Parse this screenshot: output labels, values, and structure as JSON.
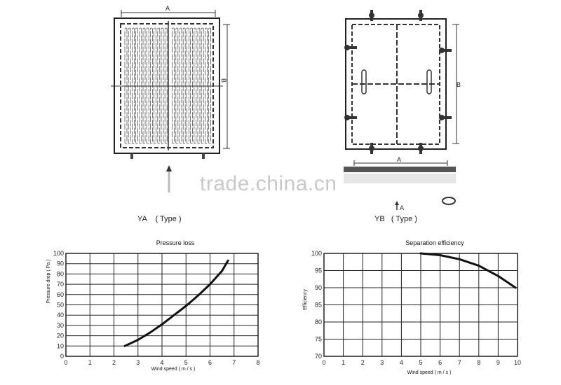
{
  "drawings": {
    "ya": {
      "caption": "YA    ( Type )",
      "dim_a": "A",
      "dim_b": "B"
    },
    "yb": {
      "caption": "YB   ( Type )",
      "dim_a": "A",
      "dim_b": "B",
      "arrow_label": "A"
    }
  },
  "watermark": "trade.china.cn",
  "chart_data": [
    {
      "type": "line",
      "title": "Pressure loss",
      "xlabel": "Wind speed ( m / s )",
      "ylabel": "Pressure drop ( Pa )",
      "xlim": [
        0,
        8
      ],
      "ylim": [
        0,
        100
      ],
      "x_ticks": [
        0,
        1,
        2,
        3,
        4,
        5,
        6,
        7,
        8
      ],
      "y_ticks": [
        0,
        10,
        20,
        30,
        40,
        50,
        60,
        70,
        80,
        90,
        100
      ],
      "grid": true,
      "series": [
        {
          "x": [
            2.45,
            3,
            3.5,
            4,
            4.5,
            5,
            5.5,
            6,
            6.5,
            6.75
          ],
          "y": [
            10,
            16,
            23,
            31,
            40,
            49,
            59,
            70,
            83,
            93
          ]
        }
      ]
    },
    {
      "type": "line",
      "title": "Separation efficiency",
      "xlabel": "Wind speed ( m / s )",
      "ylabel": "Efficiency",
      "xlim": [
        0,
        10
      ],
      "ylim": [
        70,
        100
      ],
      "x_ticks": [
        0,
        1,
        2,
        3,
        4,
        5,
        6,
        7,
        8,
        9,
        10
      ],
      "y_ticks": [
        70,
        75,
        80,
        85,
        90,
        95,
        100
      ],
      "grid": true,
      "series": [
        {
          "x": [
            5,
            6,
            7,
            8,
            9,
            9.9
          ],
          "y": [
            100,
            99.5,
            98.3,
            96.4,
            93.4,
            90
          ]
        }
      ]
    }
  ]
}
